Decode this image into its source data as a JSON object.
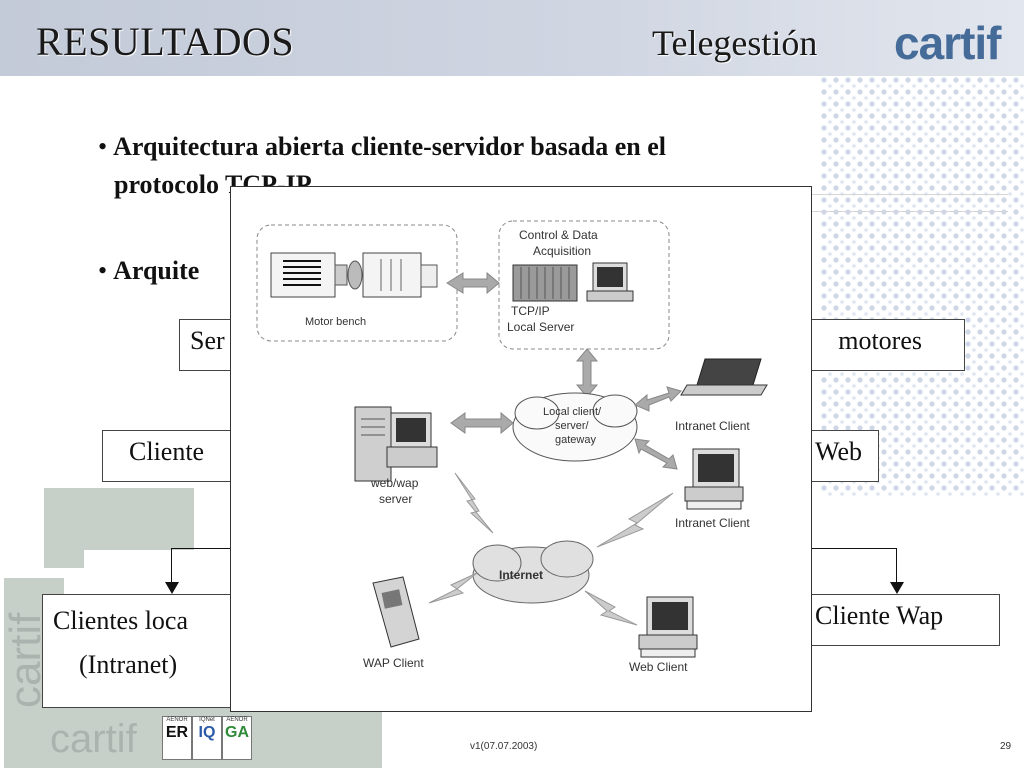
{
  "header": {
    "title": "RESULTADOS",
    "subtitle": "Telegestión",
    "logo": "cartif"
  },
  "bullets": [
    {
      "line1": "Arquitectura abierta cliente-servidor basada en el",
      "line2": "protocolo  TCP-IP"
    },
    {
      "line1": "Arquite"
    }
  ],
  "boxes": {
    "server": {
      "left": "Ser",
      "right": "motores"
    },
    "clients": {
      "left": "Cliente",
      "right": "Web"
    },
    "local": {
      "line1": "Clientes loca",
      "line2": "(Intranet)"
    },
    "wap": {
      "label": "Cliente Wap"
    }
  },
  "diagram": {
    "control": "Control & Data",
    "acquisition": "Acquisition",
    "tcpip": "TCP/IP",
    "local_server": "Local Server",
    "motor_bench": "Motor bench",
    "local_client": "Local client/",
    "server_word": "server/",
    "gateway": "gateway",
    "intranet_client": "Intranet Client",
    "web_wap": "web/wap",
    "server": "server",
    "internet": "Internet",
    "wap_client": "WAP Client",
    "web_client": "Web Client"
  },
  "watermark": {
    "text": "cartif"
  },
  "certs": [
    {
      "top": "AENOR",
      "glyph": "ER"
    },
    {
      "top": "IQNet",
      "glyph": "IQ"
    },
    {
      "top": "AENOR",
      "glyph": "GA"
    }
  ],
  "footer": {
    "version": "v1(07.07.2003)",
    "page": "29"
  }
}
